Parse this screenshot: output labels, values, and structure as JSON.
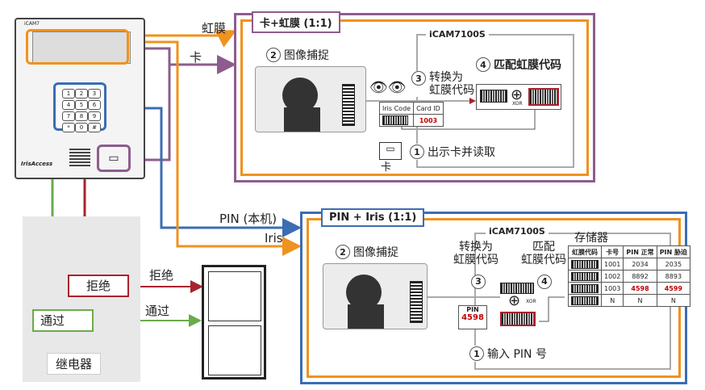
{
  "colors": {
    "orange": "#f0921e",
    "purple": "#8e5c8e",
    "blue": "#3b6db3",
    "green": "#6aab4b",
    "darkred": "#a8232e",
    "gray": "#aaaaaa"
  },
  "device": {
    "brand": "IrisAccess",
    "top_label": "iCAM7"
  },
  "keypad": {
    "keys": [
      "1",
      "2",
      "3",
      "4",
      "5",
      "6",
      "7",
      "8",
      "9",
      "*",
      "0",
      "#"
    ]
  },
  "links": {
    "iris_top": "虹膜",
    "card": "卡",
    "pin": "PIN (本机)",
    "iris_bottom": "Iris"
  },
  "relay": {
    "reject_box": "拒绝",
    "pass_box": "通过",
    "reject_label": "拒绝",
    "pass_label": "通过",
    "relay_label": "继电器"
  },
  "top_panel": {
    "title": "卡+虹膜 (1:1)",
    "device": "iCAM7100S",
    "step2": "图像捕捉",
    "step3": "转换为\n虹膜代码",
    "step4": "匹配虹膜代码",
    "step1": "出示卡并读取",
    "xor": "XOR",
    "card_label": "卡",
    "card_table": {
      "col1": "Iris Code",
      "col2": "Card ID",
      "id": "1003"
    }
  },
  "bottom_panel": {
    "title": "PIN + Iris (1:1)",
    "device": "iCAM7100S",
    "step2": "图像捕捉",
    "step3": "转换为\n虹膜代码",
    "step4": "匹配\n虹膜代码",
    "step1": "输入 PIN 号",
    "xor": "XOR",
    "pin_box": {
      "label": "PIN",
      "value": "4598"
    },
    "storage": {
      "title": "存储器",
      "headers": [
        "虹膜代码",
        "卡号",
        "PIN 正常",
        "PIN 胁迫"
      ],
      "rows": [
        [
          "",
          "1001",
          "2034",
          "2035"
        ],
        [
          "",
          "1002",
          "8892",
          "8893"
        ],
        [
          "",
          "1003",
          "4598",
          "4599"
        ],
        [
          "",
          "N",
          "N",
          "N"
        ]
      ]
    }
  }
}
